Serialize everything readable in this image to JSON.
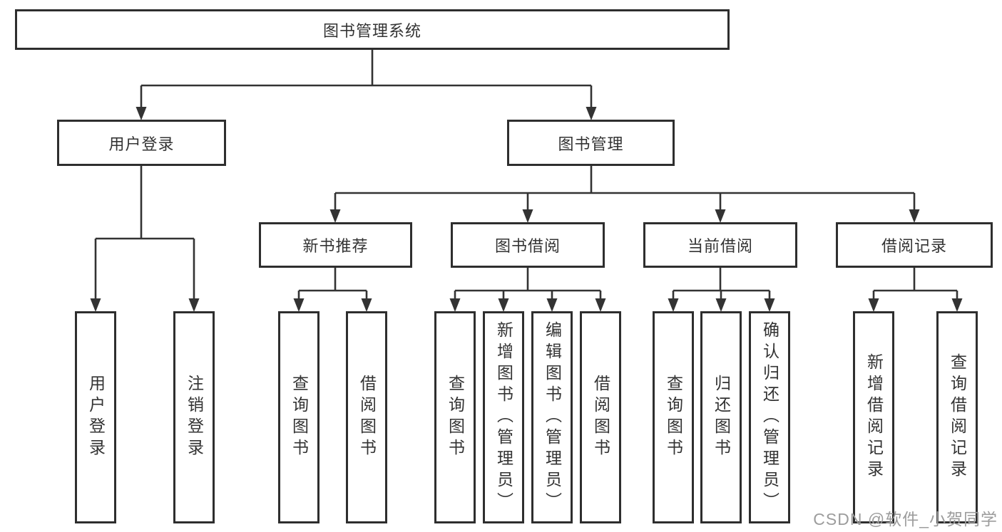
{
  "diagram_title": "图书管理系统",
  "nodes": {
    "root": "图书管理系统",
    "user_login": "用户登录",
    "book_management": "图书管理",
    "new_book_recommend": "新书推荐",
    "book_borrowing": "图书借阅",
    "current_borrowing": "当前借阅",
    "borrowing_records": "借阅记录",
    "ul_user_login": "用户登录",
    "ul_logout": "注销登录",
    "nb_query_books": "查询图书",
    "nb_borrow_books": "借阅图书",
    "bb_query_books": "查询图书",
    "bb_add_books_admin": "新增图书（管理员）",
    "bb_edit_books_admin": "编辑图书（管理员）",
    "bb_borrow_books": "借阅图书",
    "cb_query_books": "查询图书",
    "cb_return_books": "归还图书",
    "cb_confirm_return_admin": "确认归还（管理员）",
    "br_add_record": "新增借阅记录",
    "br_query_record": "查询借阅记录"
  },
  "watermark": "CSDN @软件_小贺同学",
  "colors": {
    "line": "#333333",
    "border": "#2e2e2e",
    "text": "#333333",
    "watermark": "#9c9c9c",
    "background": "#ffffff"
  }
}
